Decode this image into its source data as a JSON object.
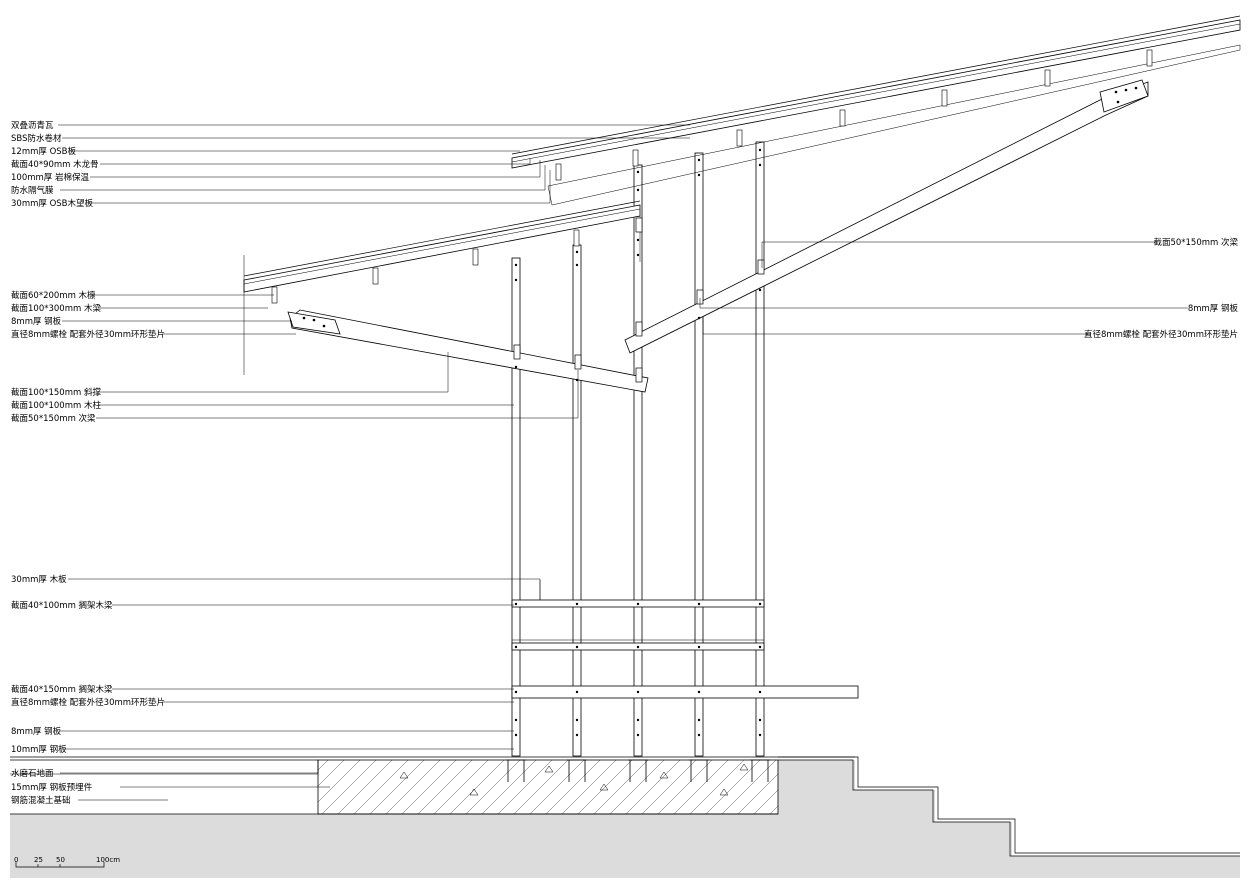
{
  "labels_left": [
    {
      "id": "shingle",
      "text": "双叠沥青瓦"
    },
    {
      "id": "sbs",
      "text": "SBS防水卷材"
    },
    {
      "id": "osb12",
      "text": "12mm厚 OSB板"
    },
    {
      "id": "keel",
      "text": "截面40*90mm 木龙骨"
    },
    {
      "id": "insul",
      "text": "100mm厚 岩棉保温"
    },
    {
      "id": "vapor",
      "text": "防水隔气膜"
    },
    {
      "id": "osb30",
      "text": "30mm厚 OSB木望板"
    },
    {
      "id": "purlin",
      "text": "截面60*200mm 木檩"
    },
    {
      "id": "beam",
      "text": "截面100*300mm 木梁"
    },
    {
      "id": "plate8a",
      "text": "8mm厚 钢板"
    },
    {
      "id": "bolt_a",
      "text": "直径8mm螺栓 配套外径30mm环形垫片"
    },
    {
      "id": "brace",
      "text": "截面100*150mm 斜撑"
    },
    {
      "id": "column",
      "text": "截面100*100mm 木柱"
    },
    {
      "id": "joist_a",
      "text": "截面50*150mm 次梁"
    },
    {
      "id": "board",
      "text": "30mm厚 木板"
    },
    {
      "id": "grid1",
      "text": "截面40*100mm 搁架木梁"
    },
    {
      "id": "grid2",
      "text": "截面40*150mm 搁架木梁"
    },
    {
      "id": "bolt_b",
      "text": "直径8mm螺栓 配套外径30mm环形垫片"
    },
    {
      "id": "plate8b",
      "text": "8mm厚 钢板"
    },
    {
      "id": "plate10",
      "text": "10mm厚 钢板"
    },
    {
      "id": "terrazzo",
      "text": "水磨石地面"
    },
    {
      "id": "embed",
      "text": "15mm厚 钢板预埋件"
    },
    {
      "id": "rc",
      "text": "钢筋混凝土基础"
    }
  ],
  "labels_right": [
    {
      "id": "joist_b",
      "text": "截面50*150mm 次梁"
    },
    {
      "id": "plate8c",
      "text": "8mm厚 钢板"
    },
    {
      "id": "bolt_c",
      "text": "直径8mm螺栓 配套外径30mm环形垫片"
    }
  ],
  "scale_bar": {
    "ticks": [
      "0",
      "25",
      "50",
      "100cm"
    ]
  }
}
